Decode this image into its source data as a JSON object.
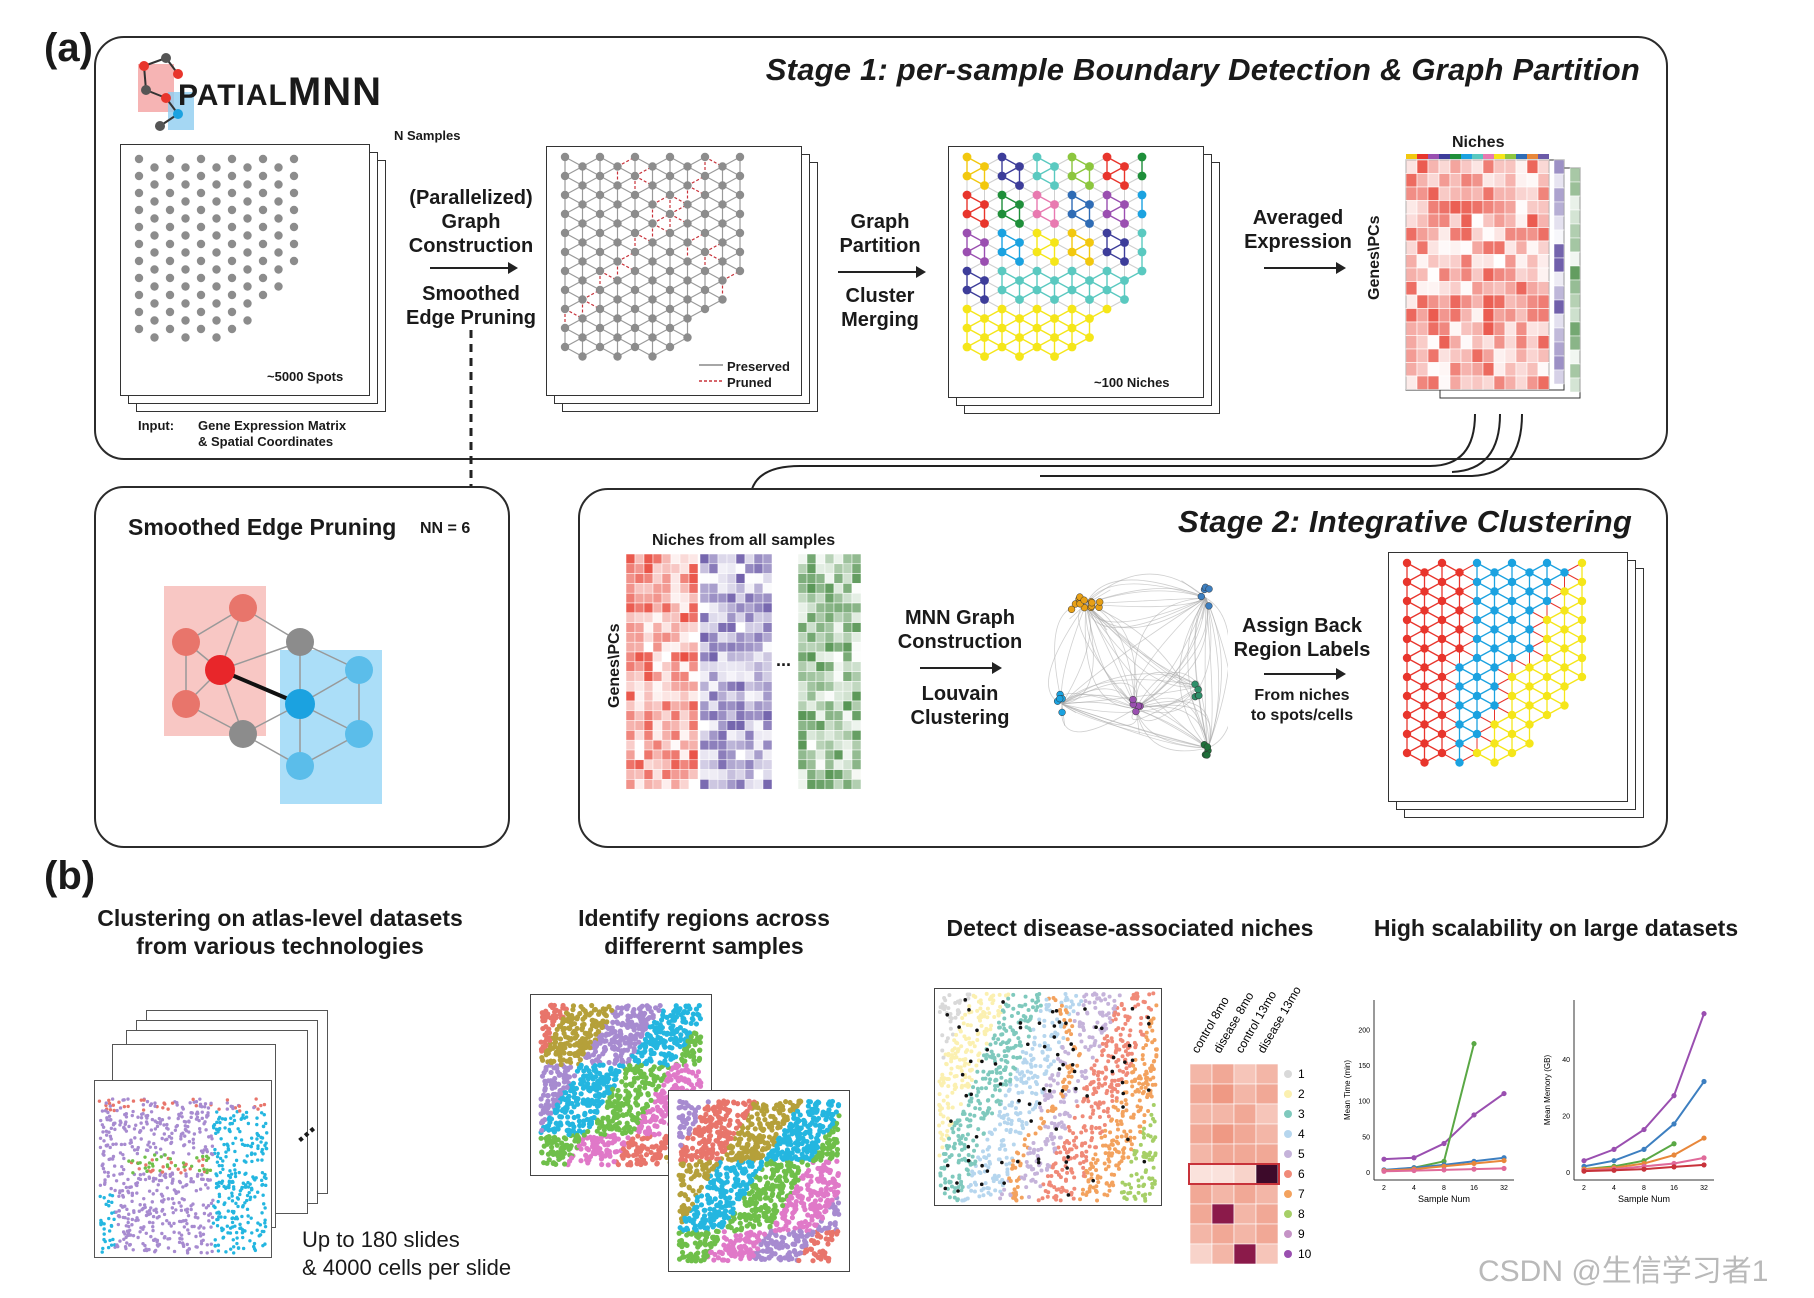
{
  "panel_a": {
    "letter": "(a)",
    "logo": {
      "prefix": "S",
      "text": "PATIAL",
      "bold": "MNN"
    },
    "stage1_title": "Stage 1:  per-sample Boundary Detection & Graph Partition",
    "n_samples": "N Samples",
    "spots_label": "~5000 Spots",
    "input_label": "Input:",
    "input_desc_1": "Gene Expression Matrix",
    "input_desc_2": "& Spatial Coordinates",
    "step1_top": [
      "(Parallelized)",
      "Graph",
      "Construction"
    ],
    "step1_bottom": [
      "Smoothed",
      "Edge Pruning"
    ],
    "legend_preserved": "Preserved",
    "legend_pruned": "Pruned",
    "step2_top": [
      "Graph",
      "Partition"
    ],
    "step2_bottom": [
      "Cluster",
      "Merging"
    ],
    "niches_label": "~100 Niches",
    "step3": [
      "Averaged",
      "Expression"
    ],
    "heatmap_title": "Niches",
    "heatmap_ylabel": "Genes\\PCs",
    "pruning_title": "Smoothed Edge Pruning",
    "pruning_nn": "NN = 6",
    "stage2_title": "Stage 2: Integrative Clustering",
    "niches_all": "Niches from all samples",
    "niches_all_ylabel": "Genes\\PCs",
    "ellipsis": "...",
    "step4_top": [
      "MNN Graph",
      "Construction"
    ],
    "step4_bottom": [
      "Louvain",
      "Clustering"
    ],
    "step5_top": [
      "Assign Back",
      "Region Labels"
    ],
    "step5_bottom": [
      "From niches",
      "to spots/cells"
    ]
  },
  "panel_b": {
    "letter": "(b)",
    "col1_title": [
      "Clustering on atlas-level datasets",
      "from various technologies"
    ],
    "col1_caption": [
      "Up to 180 slides",
      "& 4000 cells per slide"
    ],
    "col2_title": [
      "Identify regions across",
      "differernt samples"
    ],
    "col3_title": "Detect disease-associated niches",
    "col3_columns": [
      "control 8mo",
      "disease 8mo",
      "control 13mo",
      "disease 13mo"
    ],
    "col3_legend": [
      "1",
      "2",
      "3",
      "4",
      "5",
      "6",
      "7",
      "8",
      "9",
      "10"
    ],
    "col4_title": "High scalability on large datasets"
  },
  "chart_data": [
    {
      "type": "line",
      "ylabel": "Mean Time (min)",
      "xlabel": "Sample Num",
      "x": [
        2,
        4,
        8,
        16,
        32
      ],
      "yticks": [
        0,
        50,
        100,
        150,
        200
      ],
      "ylim": [
        0,
        230
      ],
      "series": [
        {
          "color": "#9a4fb0",
          "values": [
            18,
            20,
            40,
            80,
            110
          ]
        },
        {
          "color": "#5aa845",
          "values": [
            2,
            6,
            15,
            180,
            null
          ]
        },
        {
          "color": "#3d7fc0",
          "values": [
            3,
            6,
            10,
            15,
            20
          ]
        },
        {
          "color": "#e8873a",
          "values": [
            2,
            4,
            8,
            12,
            16
          ]
        },
        {
          "color": "#e06a9a",
          "values": [
            1,
            2,
            3,
            4,
            5
          ]
        }
      ]
    },
    {
      "type": "line",
      "ylabel": "Mean Memory (GB)",
      "xlabel": "Sample Num",
      "x": [
        2,
        4,
        8,
        16,
        32
      ],
      "yticks": [
        0,
        20,
        40
      ],
      "ylim": [
        0,
        58
      ],
      "series": [
        {
          "color": "#9a4fb0",
          "values": [
            4,
            8,
            15,
            27,
            56
          ]
        },
        {
          "color": "#3d7fc0",
          "values": [
            2,
            4,
            8,
            17,
            32
          ]
        },
        {
          "color": "#5aa845",
          "values": [
            1,
            2,
            4,
            10,
            null
          ]
        },
        {
          "color": "#e8873a",
          "values": [
            1,
            1.5,
            3,
            6,
            12
          ]
        },
        {
          "color": "#e06a9a",
          "values": [
            0.5,
            1,
            2,
            3,
            5
          ]
        },
        {
          "color": "#c8323a",
          "values": [
            0.3,
            0.6,
            1,
            1.8,
            2.5
          ]
        }
      ]
    }
  ],
  "watermark": "CSDN @生信学习者1",
  "colors": {
    "red": "#e8352c",
    "blue": "#1ba2e0",
    "yellow": "#f5e619",
    "gray": "#8c8c8c",
    "heat_red": "#e8473a",
    "heat_purple": "#6b5aa8",
    "heat_green": "#4d8f4a"
  }
}
